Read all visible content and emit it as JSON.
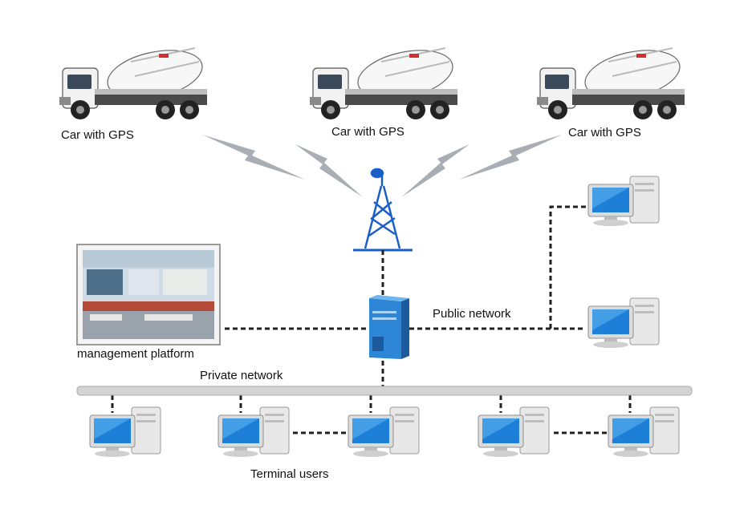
{
  "labels": {
    "truck_left": "Car with GPS",
    "truck_center": "Car with GPS",
    "truck_right": "Car with GPS",
    "management": "management platform",
    "public_network": "Public network",
    "private_network": "Private network",
    "terminal_users": "Terminal users"
  },
  "colors": {
    "tower": "#1a5fc8",
    "server": "#2d86d6",
    "bus": "#d4d4d4",
    "dashed_link": "#222222",
    "signal": "#9aa0a6",
    "truck_body": "#f4f4f4",
    "monitor_screen": "#1e7fd8"
  },
  "icons": {
    "truck": "cement-mixer-truck-icon",
    "tower": "radio-tower-icon",
    "server": "server-icon",
    "computer": "desktop-computer-icon",
    "control_room": "control-room-photo"
  }
}
